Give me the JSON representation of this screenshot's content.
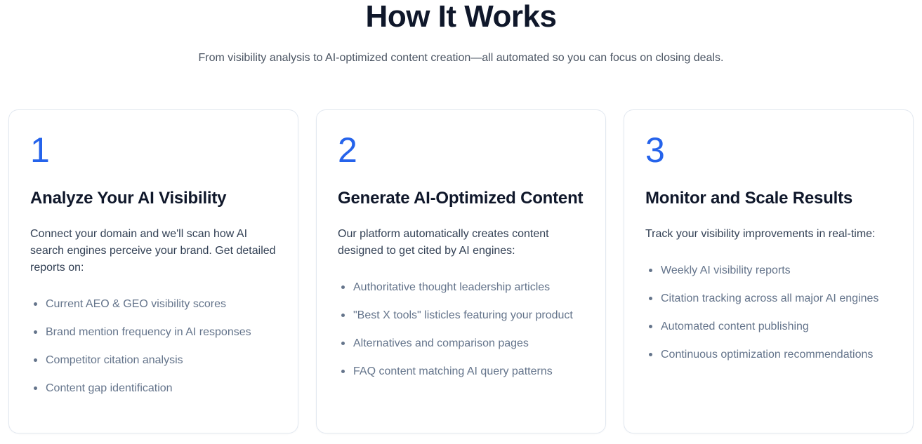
{
  "accent_color": "#2563eb",
  "header": {
    "title": "How It Works",
    "subtitle": "From visibility analysis to AI-optimized content creation—all automated so you can focus on closing deals."
  },
  "steps": [
    {
      "number": "1",
      "title": "Analyze Your AI Visibility",
      "description": "Connect your domain and we'll scan how AI search engines perceive your brand. Get detailed reports on:",
      "bullets": [
        "Current AEO & GEO visibility scores",
        "Brand mention frequency in AI responses",
        "Competitor citation analysis",
        "Content gap identification"
      ]
    },
    {
      "number": "2",
      "title": "Generate AI-Optimized Content",
      "description": "Our platform automatically creates content designed to get cited by AI engines:",
      "bullets": [
        "\"Best X tools\" listicles featuring your product",
        "Alternatives and comparison pages",
        "FAQ content matching AI query patterns"
      ]
    },
    {
      "number": "3",
      "title": "Monitor and Scale Results",
      "description": "Track your visibility improvements in real-time:",
      "bullets": [
        "Weekly AI visibility reports",
        "Citation tracking across all major AI engines",
        "Automated content publishing",
        "Continuous optimization recommendations"
      ]
    }
  ]
}
